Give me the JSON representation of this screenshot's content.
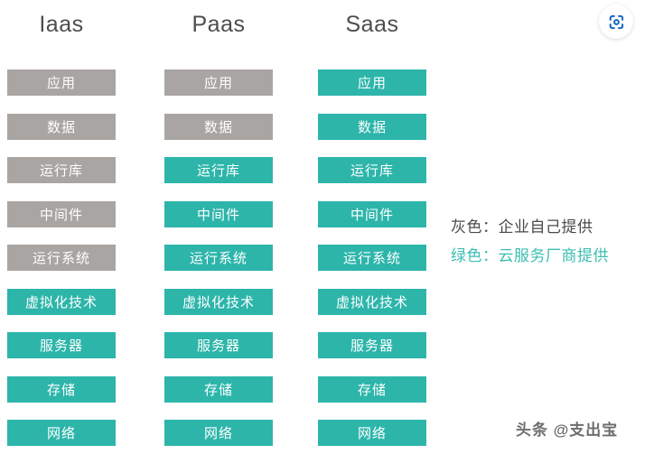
{
  "stack": {
    "row_labels": [
      "应用",
      "数据",
      "运行库",
      "中间件",
      "运行系统",
      "虚拟化技术",
      "服务器",
      "存储",
      "网络"
    ],
    "columns": [
      {
        "title": "Iaas",
        "cells": [
          "gray",
          "gray",
          "gray",
          "gray",
          "gray",
          "green",
          "green",
          "green",
          "green"
        ]
      },
      {
        "title": "Paas",
        "cells": [
          "gray",
          "gray",
          "green",
          "green",
          "green",
          "green",
          "green",
          "green",
          "green"
        ]
      },
      {
        "title": "Saas",
        "cells": [
          "green",
          "green",
          "green",
          "green",
          "green",
          "green",
          "green",
          "green",
          "green"
        ]
      }
    ]
  },
  "legend": {
    "items": [
      {
        "text": "灰色：企业自己提供",
        "style": "gray"
      },
      {
        "text": "绿色：云服务厂商提供",
        "style": "green"
      }
    ]
  },
  "watermark": {
    "text": "头条 @支出宝"
  },
  "colors": {
    "gray_box": "#a9a5a2",
    "green_box": "#2db5aa",
    "header_text": "#4d4d4d",
    "legend_gray_text": "#4a4a4a",
    "legend_green_text": "#3cbdb2",
    "icon_blue": "#1668c7"
  }
}
